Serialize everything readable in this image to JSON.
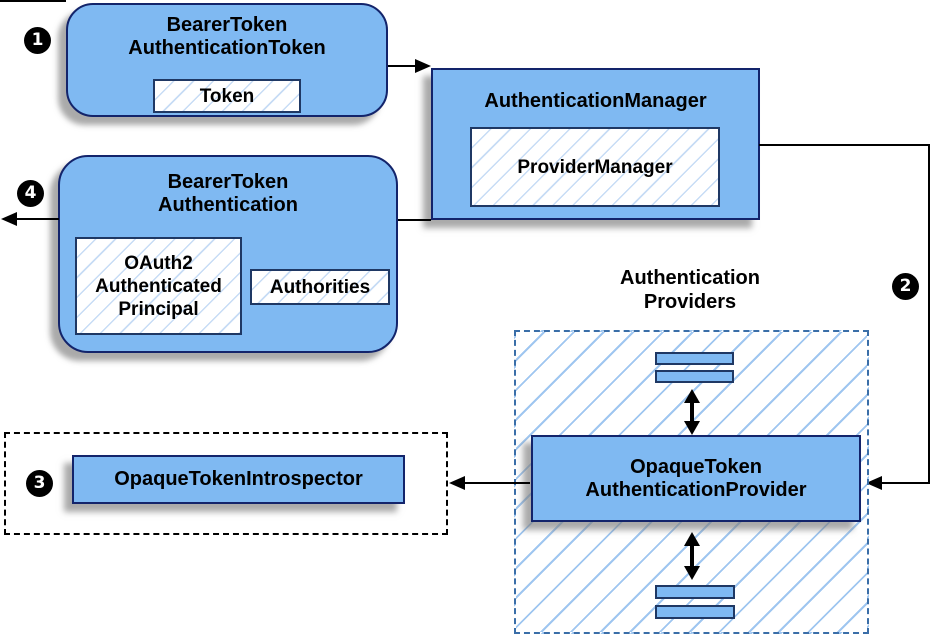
{
  "diagram": {
    "kind": "spring-security-opaque-token-authentication-flow",
    "badges": {
      "one": "1",
      "two": "2",
      "three": "3",
      "four": "4"
    },
    "bearer_token_authentication_token": {
      "title_line1": "BearerToken",
      "title_line2": "AuthenticationToken",
      "chip_token": "Token"
    },
    "authentication_manager": {
      "title": "AuthenticationManager",
      "chip_provider_manager": "ProviderManager"
    },
    "bearer_token_authentication": {
      "title_line1": "BearerToken",
      "title_line2": "Authentication",
      "chip_principal_line1": "OAuth2",
      "chip_principal_line2": "Authenticated",
      "chip_principal_line3": "Principal",
      "chip_authorities": "Authorities"
    },
    "authentication_providers_label": {
      "line1": "Authentication",
      "line2": "Providers"
    },
    "opaque_token_authentication_provider": {
      "title_line1": "OpaqueToken",
      "title_line2": "AuthenticationProvider"
    },
    "opaque_token_introspector": {
      "title": "OpaqueTokenIntrospector"
    },
    "colors": {
      "node_fill": "#7fb9f2",
      "node_border": "#13246b",
      "chip_hatch": "#c7dcf5",
      "container_hatch": "#9fc6f0",
      "container_dash": "#3a6ea8",
      "badge_bg": "#000000",
      "badge_text": "#ffffff"
    }
  }
}
